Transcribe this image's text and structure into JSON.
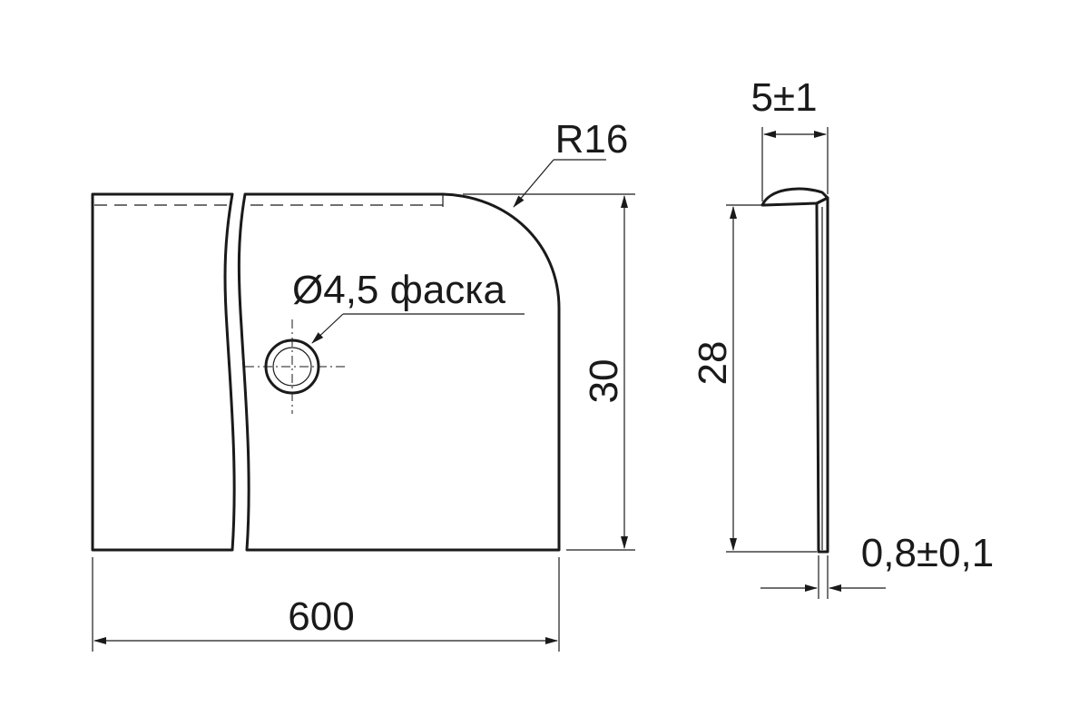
{
  "front_view": {
    "width_label": "600",
    "height_label": "30",
    "radius_label": "R16",
    "hole_label": "Ø4,5 фаска"
  },
  "side_view": {
    "height_label": "28",
    "lip_label": "5±1",
    "thickness_label": "0,8±0,1"
  },
  "colors": {
    "line": "#1a1a1a",
    "background": "#ffffff"
  }
}
